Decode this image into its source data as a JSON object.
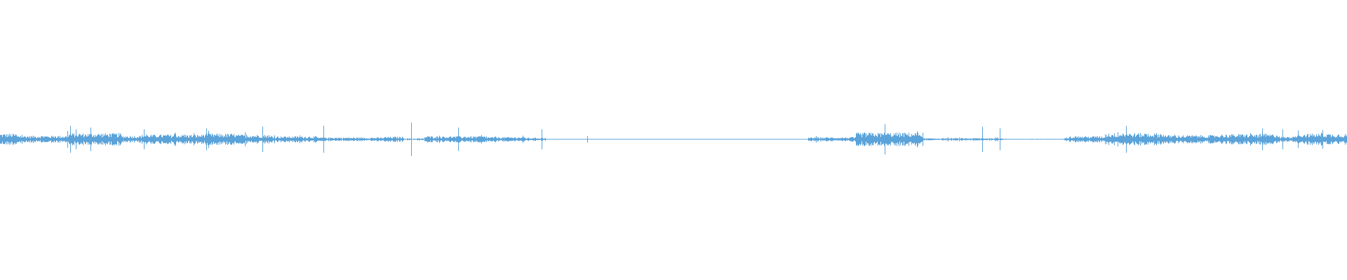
{
  "waveform": {
    "color": "#5ba3d9",
    "baseline_color": "#5ba3d9",
    "amplitude_profile": [
      {
        "from": 0.0,
        "to": 0.012,
        "level": 0.55
      },
      {
        "from": 0.012,
        "to": 0.05,
        "level": 0.35
      },
      {
        "from": 0.05,
        "to": 0.09,
        "level": 0.6
      },
      {
        "from": 0.09,
        "to": 0.105,
        "level": 0.35
      },
      {
        "from": 0.105,
        "to": 0.15,
        "level": 0.45
      },
      {
        "from": 0.15,
        "to": 0.175,
        "level": 0.55
      },
      {
        "from": 0.175,
        "to": 0.2,
        "level": 0.45
      },
      {
        "from": 0.2,
        "to": 0.235,
        "level": 0.3
      },
      {
        "from": 0.235,
        "to": 0.285,
        "level": 0.18
      },
      {
        "from": 0.285,
        "to": 0.3,
        "level": 0.25
      },
      {
        "from": 0.3,
        "to": 0.315,
        "level": 0.08
      },
      {
        "from": 0.315,
        "to": 0.36,
        "level": 0.3
      },
      {
        "from": 0.36,
        "to": 0.39,
        "level": 0.22
      },
      {
        "from": 0.39,
        "to": 0.405,
        "level": 0.15
      },
      {
        "from": 0.405,
        "to": 0.6,
        "level": 0.02
      },
      {
        "from": 0.6,
        "to": 0.635,
        "level": 0.2
      },
      {
        "from": 0.635,
        "to": 0.685,
        "level": 0.65
      },
      {
        "from": 0.685,
        "to": 0.7,
        "level": 0.1
      },
      {
        "from": 0.7,
        "to": 0.745,
        "level": 0.12
      },
      {
        "from": 0.745,
        "to": 0.79,
        "level": 0.04
      },
      {
        "from": 0.79,
        "to": 0.82,
        "level": 0.3
      },
      {
        "from": 0.82,
        "to": 0.865,
        "level": 0.6
      },
      {
        "from": 0.865,
        "to": 0.905,
        "level": 0.4
      },
      {
        "from": 0.905,
        "to": 0.95,
        "level": 0.5
      },
      {
        "from": 0.95,
        "to": 0.96,
        "level": 0.25
      },
      {
        "from": 0.96,
        "to": 1.0,
        "level": 0.55
      }
    ],
    "spikes": [
      {
        "at": 0.052,
        "level": 1.6
      },
      {
        "at": 0.067,
        "level": 1.4
      },
      {
        "at": 0.107,
        "level": 1.2
      },
      {
        "at": 0.153,
        "level": 1.3
      },
      {
        "at": 0.195,
        "level": 1.5
      },
      {
        "at": 0.24,
        "level": 1.6
      },
      {
        "at": 0.305,
        "level": 2.0
      },
      {
        "at": 0.34,
        "level": 1.4
      },
      {
        "at": 0.402,
        "level": 1.2
      },
      {
        "at": 0.436,
        "level": 0.4
      },
      {
        "at": 0.657,
        "level": 1.8
      },
      {
        "at": 0.729,
        "level": 1.5
      },
      {
        "at": 0.742,
        "level": 1.3
      },
      {
        "at": 0.836,
        "level": 1.6
      },
      {
        "at": 0.937,
        "level": 1.3
      },
      {
        "at": 0.952,
        "level": 1.2
      },
      {
        "at": 0.982,
        "level": 1.1
      }
    ]
  }
}
